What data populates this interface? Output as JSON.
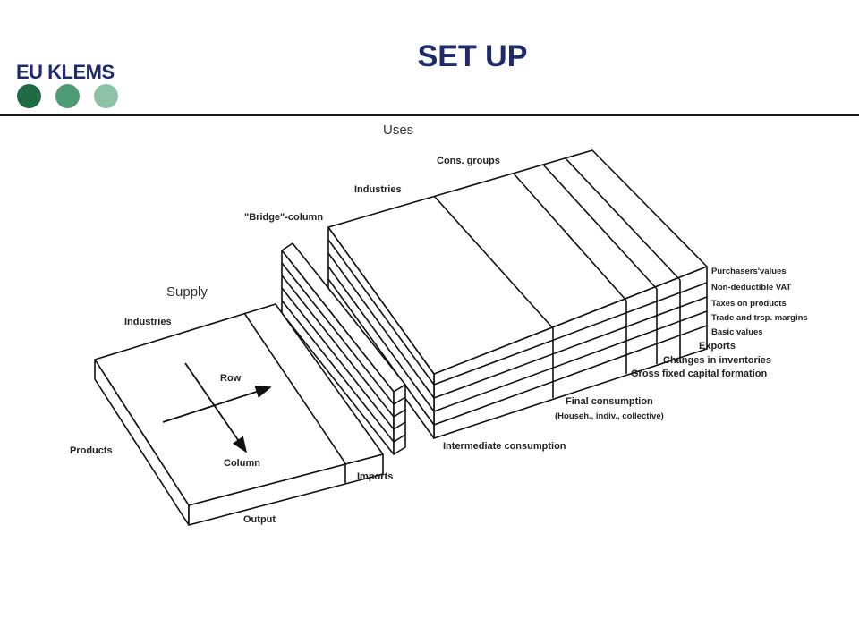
{
  "slide": {
    "title": "SET UP",
    "logo_text": "EU KLEMS",
    "logo_dot_colors": [
      "#1e6b45",
      "#4f9b76",
      "#8ec2a8"
    ]
  },
  "diagram": {
    "uses": "Uses",
    "cons_groups": "Cons. groups",
    "industries_top": "Industries",
    "bridge_column": "\"Bridge\"-column",
    "supply": "Supply",
    "industries_left": "Industries",
    "products": "Products",
    "row": "Row",
    "column": "Column",
    "imports": "Imports",
    "output": "Output",
    "layers": [
      "Purchasers'values",
      "Non-deductible VAT",
      "Taxes on products",
      "Trade and trsp. margins",
      "Basic values"
    ],
    "exports": "Exports",
    "changes_in_inventories": "Changes in inventories",
    "gross_fixed_capital_formation": "Gross fixed capital formation",
    "final_consumption": "Final consumption",
    "final_consumption_detail": "(Househ., indiv., collective)",
    "intermediate_consumption": "Intermediate consumption"
  }
}
